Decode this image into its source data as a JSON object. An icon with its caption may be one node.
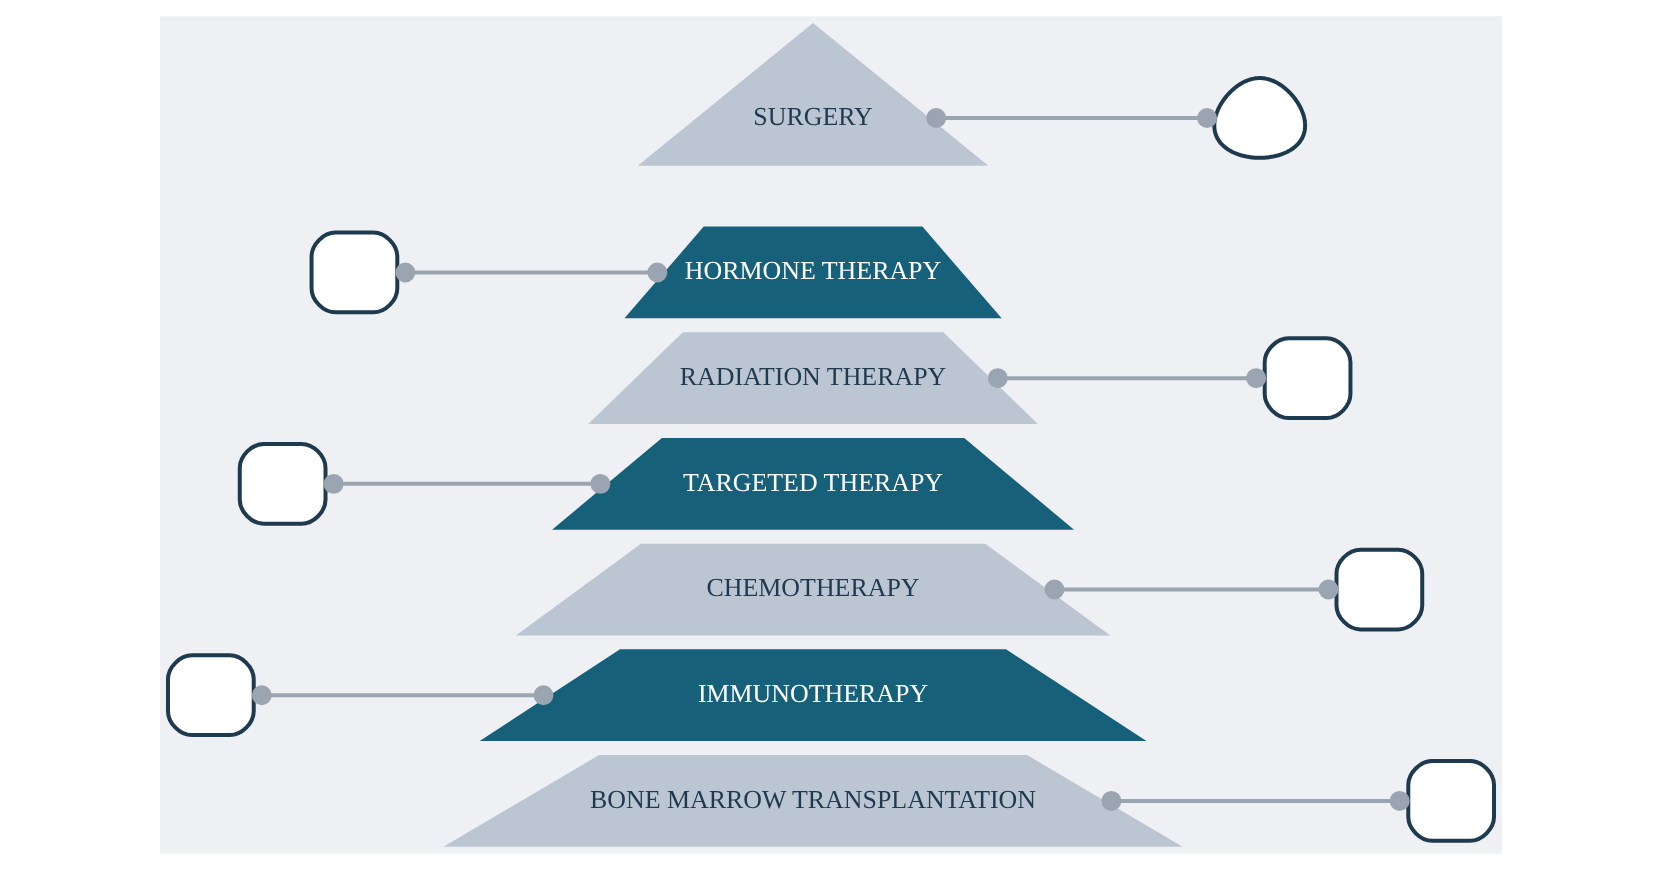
{
  "diagram": {
    "nodes": [
      {
        "text": [
          "SURGERY"
        ]
      },
      {
        "text": [],
        "shape": "person"
      },
      {
        "text": [],
        "shape": "box"
      },
      {
        "text": [
          "HORMONE THERAPY"
        ]
      },
      {
        "text": [
          "RADIATION THERAPY"
        ]
      },
      {
        "text": [],
        "shape": "box"
      },
      {
        "text": [],
        "shape": "box"
      },
      {
        "text": [
          "TARGETED THERAPY"
        ]
      },
      {
        "text": [
          "CHEMOTHERAPY"
        ]
      },
      {
        "text": [],
        "shape": "box"
      },
      {
        "text": [],
        "shape": "box"
      },
      {
        "text": [
          "IMMUNOTHERAPY"
        ]
      },
      {
        "text": [
          "BONE MARROW TRANSPLANTATION"
        ]
      },
      {
        "text": [],
        "shape": "box"
      }
    ],
    "edges": [
      {
        "from": 0,
        "to": 1,
        "arrow": "other"
      },
      {
        "from": 2,
        "to": 3,
        "arrow": "other"
      },
      {
        "from": 4,
        "to": 5,
        "arrow": "other"
      },
      {
        "from": 6,
        "to": 7,
        "arrow": "other"
      },
      {
        "from": 8,
        "to": 9,
        "arrow": "other"
      },
      {
        "from": 10,
        "to": 11,
        "arrow": "other"
      },
      {
        "from": 12,
        "to": 13,
        "arrow": "other"
      }
    ]
  }
}
